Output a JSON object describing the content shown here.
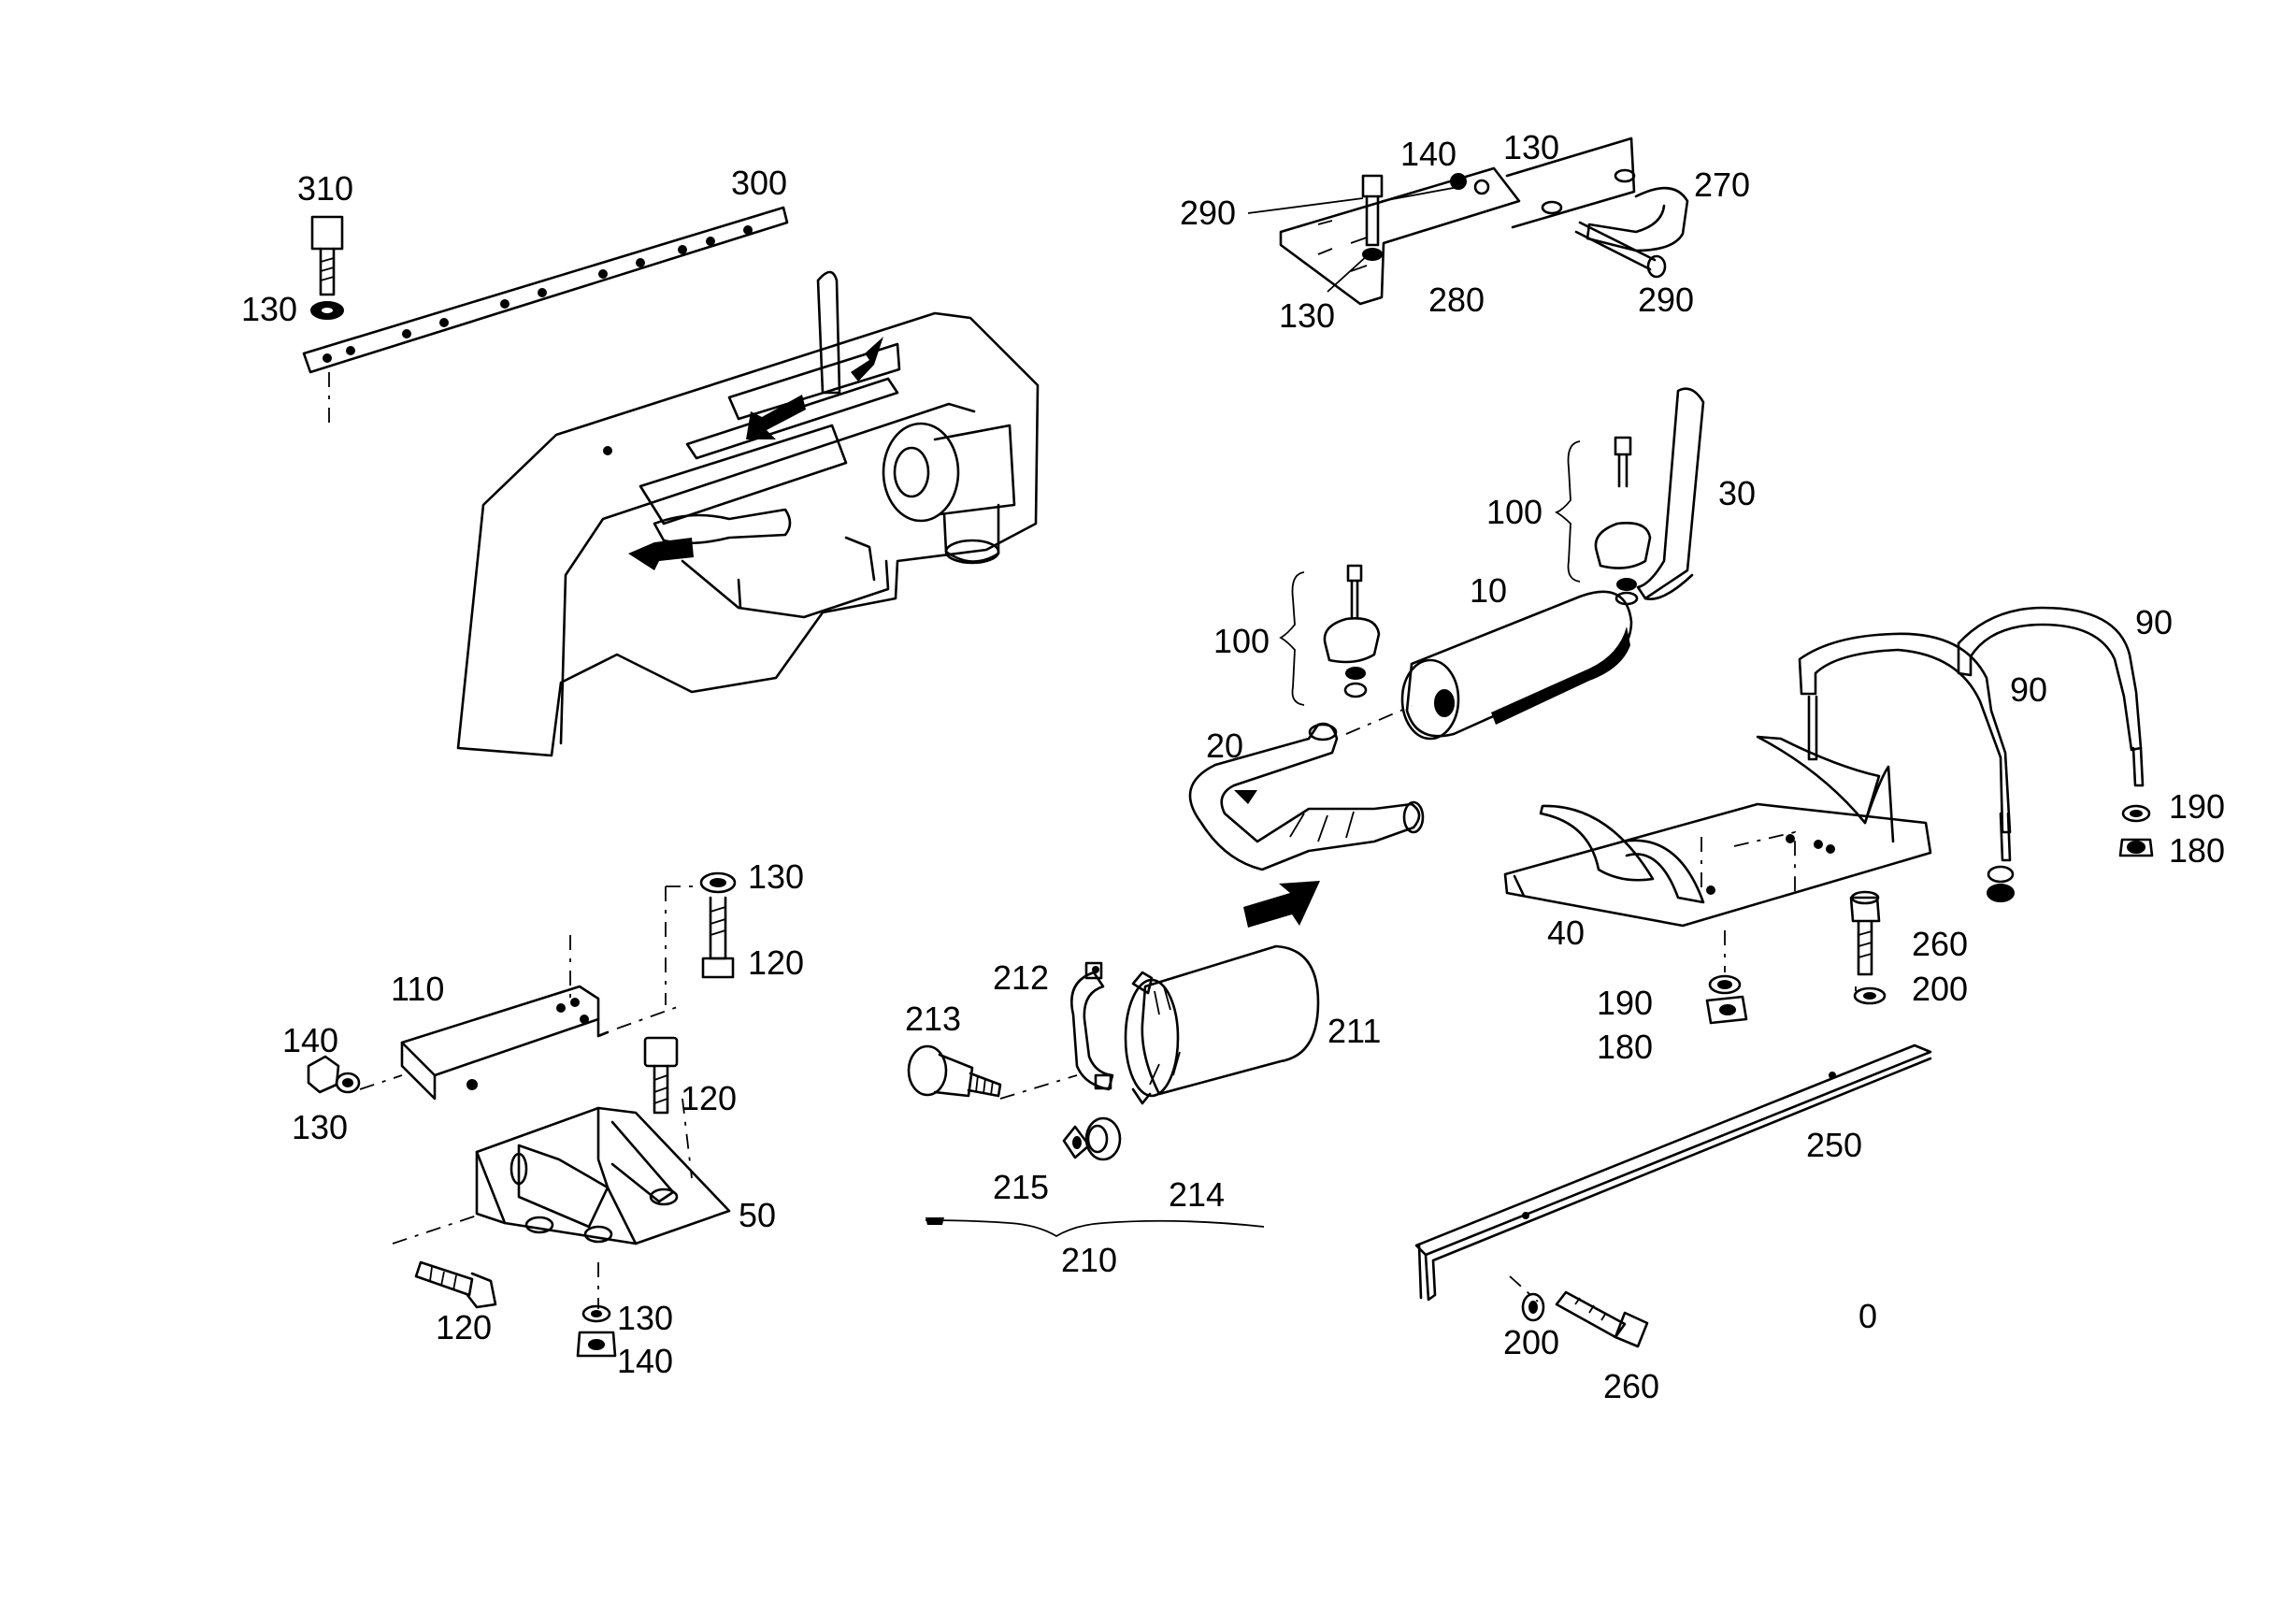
{
  "callouts": {
    "c310": "310",
    "c300": "300",
    "c130_strap": "130",
    "c140_bkt": "140",
    "c130_bkt_top": "130",
    "c270": "270",
    "c290_left": "290",
    "c130_bkt_bot": "130",
    "c280": "280",
    "c290_right": "290",
    "c100_top": "100",
    "c30": "30",
    "c10": "10",
    "c100_mid": "100",
    "c20": "20",
    "c90_right": "90",
    "c90_mid": "90",
    "c190_right": "190",
    "c180_right": "180",
    "c130_stack": "130",
    "c120_stack": "120",
    "c110": "110",
    "c140_left": "140",
    "c130_left": "130",
    "c120_bkt": "120",
    "c50": "50",
    "c120_bottom": "120",
    "c130_bottom": "130",
    "c140_bottom": "140",
    "c212": "212",
    "c213": "213",
    "c211": "211",
    "c215": "215",
    "c214": "214",
    "c210": "210",
    "c40": "40",
    "c260_upper": "260",
    "c200_upper": "200",
    "c190_lower": "190",
    "c180_lower": "180",
    "c250": "250",
    "c200_lower": "200",
    "c260_lower": "260",
    "c0": "0"
  },
  "icons": [
    "direction-arrow-icon",
    "hex-bolt-icon",
    "hex-nut-icon",
    "washer-icon",
    "brace-icon"
  ]
}
